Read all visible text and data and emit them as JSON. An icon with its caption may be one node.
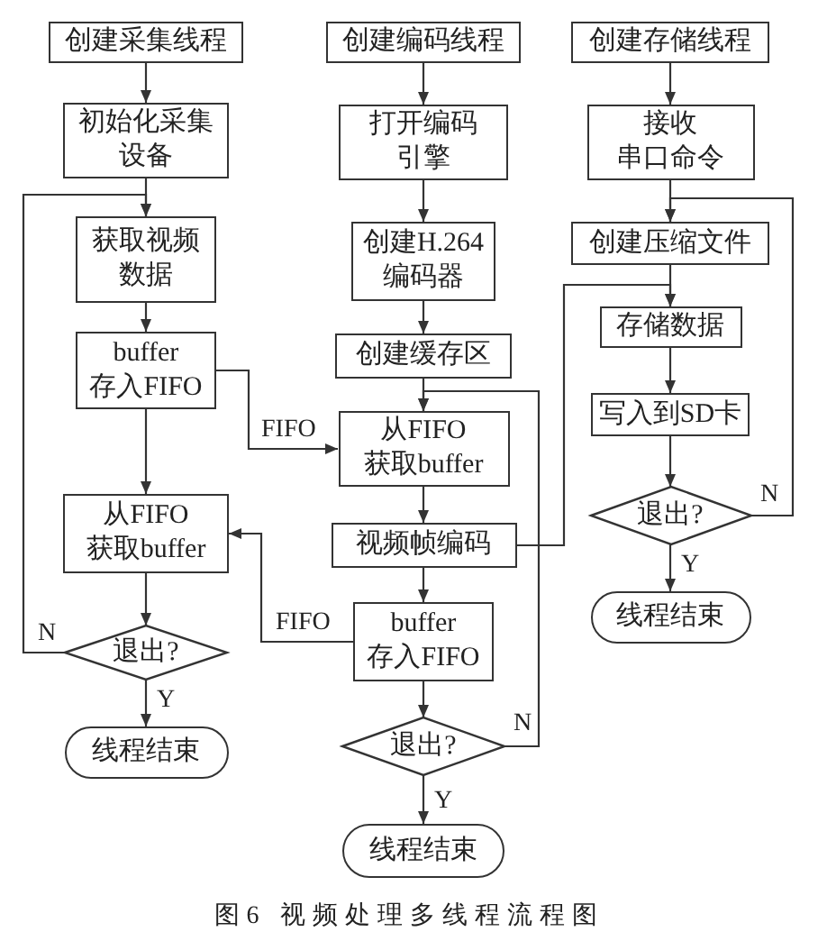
{
  "diagram": {
    "caption": "图6 视频处理多线程流程图",
    "nodes": [
      {
        "text": [
          "创建采集线程"
        ]
      },
      {
        "text": [
          "初始化采集设备"
        ]
      },
      {
        "text": [
          "获取视频数据"
        ]
      },
      {
        "text": [
          "buffer存入FIFO"
        ]
      },
      {
        "text": [
          "从FIFO获取buffer"
        ]
      },
      {
        "text": [
          "退出?"
        ]
      },
      {
        "text": [
          "线程结束"
        ]
      },
      {
        "text": [
          "创建编码线程"
        ]
      },
      {
        "text": [
          "打开编码引擎"
        ]
      },
      {
        "text": [
          "创建H.264编码器"
        ]
      },
      {
        "text": [
          "创建缓存区"
        ]
      },
      {
        "text": [
          "从FIFO获取buffer"
        ]
      },
      {
        "text": [
          "视频帧编码"
        ]
      },
      {
        "text": [
          "buffer存入FIFO"
        ]
      },
      {
        "text": [
          "退出?"
        ]
      },
      {
        "text": [
          "线程结束"
        ]
      },
      {
        "text": [
          "创建存储线程"
        ]
      },
      {
        "text": [
          "接收串口命令"
        ]
      },
      {
        "text": [
          "创建压缩文件"
        ]
      },
      {
        "text": [
          "存储数据"
        ]
      },
      {
        "text": [
          "写入到SD卡"
        ]
      },
      {
        "text": [
          "退出?"
        ]
      },
      {
        "text": [
          "线程结束"
        ]
      }
    ],
    "edges": [
      {
        "from": 0,
        "to": 1,
        "arrow": "to"
      },
      {
        "from": 1,
        "to": 2,
        "arrow": "to"
      },
      {
        "from": 2,
        "to": 3,
        "arrow": "to"
      },
      {
        "from": 3,
        "to": 4,
        "arrow": "to"
      },
      {
        "from": 4,
        "to": 5,
        "arrow": "to"
      },
      {
        "from": 5,
        "to": 6,
        "arrow": "to",
        "label": "Y"
      },
      {
        "from": 5,
        "to": 2,
        "arrow": "to",
        "label": "N"
      },
      {
        "from": 3,
        "to": 11,
        "arrow": "to",
        "label": "FIFO"
      },
      {
        "from": 7,
        "to": 8,
        "arrow": "to"
      },
      {
        "from": 8,
        "to": 9,
        "arrow": "to"
      },
      {
        "from": 9,
        "to": 10,
        "arrow": "to"
      },
      {
        "from": 10,
        "to": 11,
        "arrow": "to"
      },
      {
        "from": 11,
        "to": 12,
        "arrow": "to"
      },
      {
        "from": 12,
        "to": 13,
        "arrow": "to"
      },
      {
        "from": 13,
        "to": 14,
        "arrow": "to"
      },
      {
        "from": 14,
        "to": 15,
        "arrow": "to",
        "label": "Y"
      },
      {
        "from": 14,
        "to": 11,
        "arrow": "to",
        "label": "N"
      },
      {
        "from": 13,
        "to": 4,
        "arrow": "to",
        "label": "FIFO"
      },
      {
        "from": 12,
        "to": 19,
        "arrow": "to"
      },
      {
        "from": 16,
        "to": 17,
        "arrow": "to"
      },
      {
        "from": 17,
        "to": 18,
        "arrow": "to"
      },
      {
        "from": 18,
        "to": 19,
        "arrow": "to"
      },
      {
        "from": 19,
        "to": 20,
        "arrow": "to"
      },
      {
        "from": 20,
        "to": 21,
        "arrow": "to"
      },
      {
        "from": 21,
        "to": 22,
        "arrow": "to",
        "label": "Y"
      },
      {
        "from": 21,
        "to": 18,
        "arrow": "to",
        "label": "N"
      }
    ]
  }
}
